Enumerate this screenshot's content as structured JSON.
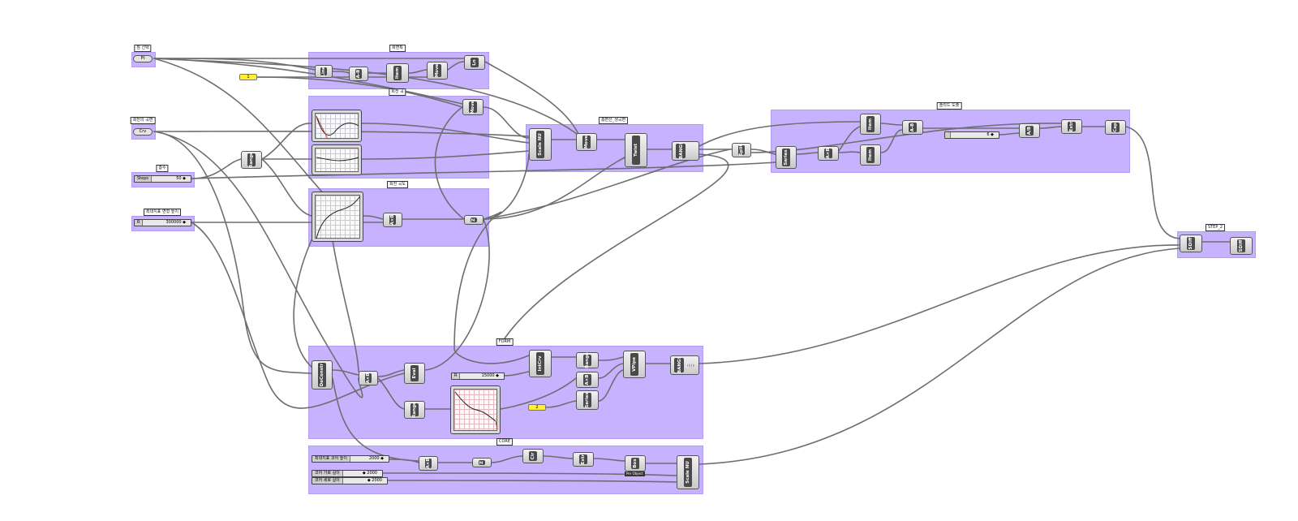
{
  "groups": {
    "g_pt": "점 선택",
    "g_top": "화면특",
    "g_sweep": "회전 곡",
    "g_curve": "회전 곡도",
    "g_hole": "흡변선_생곡면",
    "g_sun": "솔리드 도출",
    "g_step": "STEP_2",
    "g_form": "FORM",
    "g_core": "CORE",
    "g_circle": "회전의 곡면",
    "g_count": "층수",
    "g_height": "최대지표 변형 높이"
  },
  "params": {
    "pt": "Pt",
    "crv": "Crv",
    "yellow_top": "1",
    "yellow_form": "2"
  },
  "sliders": {
    "floors": {
      "label": "Steps",
      "value": "50 ◆"
    },
    "height": {
      "label": "R",
      "value": "300000 ◆"
    },
    "mid": {
      "label": "",
      "value": "6 ◆"
    },
    "form_r": {
      "label": "R",
      "value": "15000 ◆"
    },
    "core1": {
      "label": "최대지표 코어 높이",
      "value": "2000 ◆"
    },
    "core2": {
      "label": "코어 가로 길이",
      "value": "◆ 2000"
    },
    "core3": {
      "label": "코어 세로 길이",
      "value": "◆ 2000"
    }
  },
  "components": {
    "line": "Line",
    "ab1": "A-B",
    "item1": "Item",
    "move1": "Move",
    "ln": "Ln",
    "move2": "Move",
    "range1": "Range",
    "scalenu1": "Scale NU",
    "move3": "Move",
    "twist": "Twist",
    "bang1": "BANG!",
    "split": "Split",
    "series1": "Series",
    "axb1": "A×B",
    "item2": "Item",
    "item3": "Item",
    "ab2": "A-B",
    "ab3": "A/B",
    "extr1": "Extr",
    "cap": "Cap",
    "axb2": "A×B",
    "z1": "Z",
    "deconstruct": "DeConstr",
    "axb3": "A×B",
    "eval": "Eval",
    "range2": "Range",
    "intcrv": "IntCrv",
    "range3": "Range",
    "axb4": "A×B",
    "series2": "Series",
    "vpipe": "VPipe",
    "bang2": "BANG!",
    "axb5": "A×B",
    "z2": "Z",
    "cir": "Cir",
    "extr2": "Extr",
    "rect": "Box",
    "scalenu2": "Scale NU",
    "solid1": "SDiff",
    "solid2": "SDiff"
  },
  "captions": {
    "per_object": "Per Object",
    "bang_out": "((()))"
  },
  "colors": {
    "group_fill": "#c6b2ff",
    "wire": "#6e6e6e",
    "panel_yellow": "#ffee33",
    "component_core": "#4a4a4a"
  }
}
